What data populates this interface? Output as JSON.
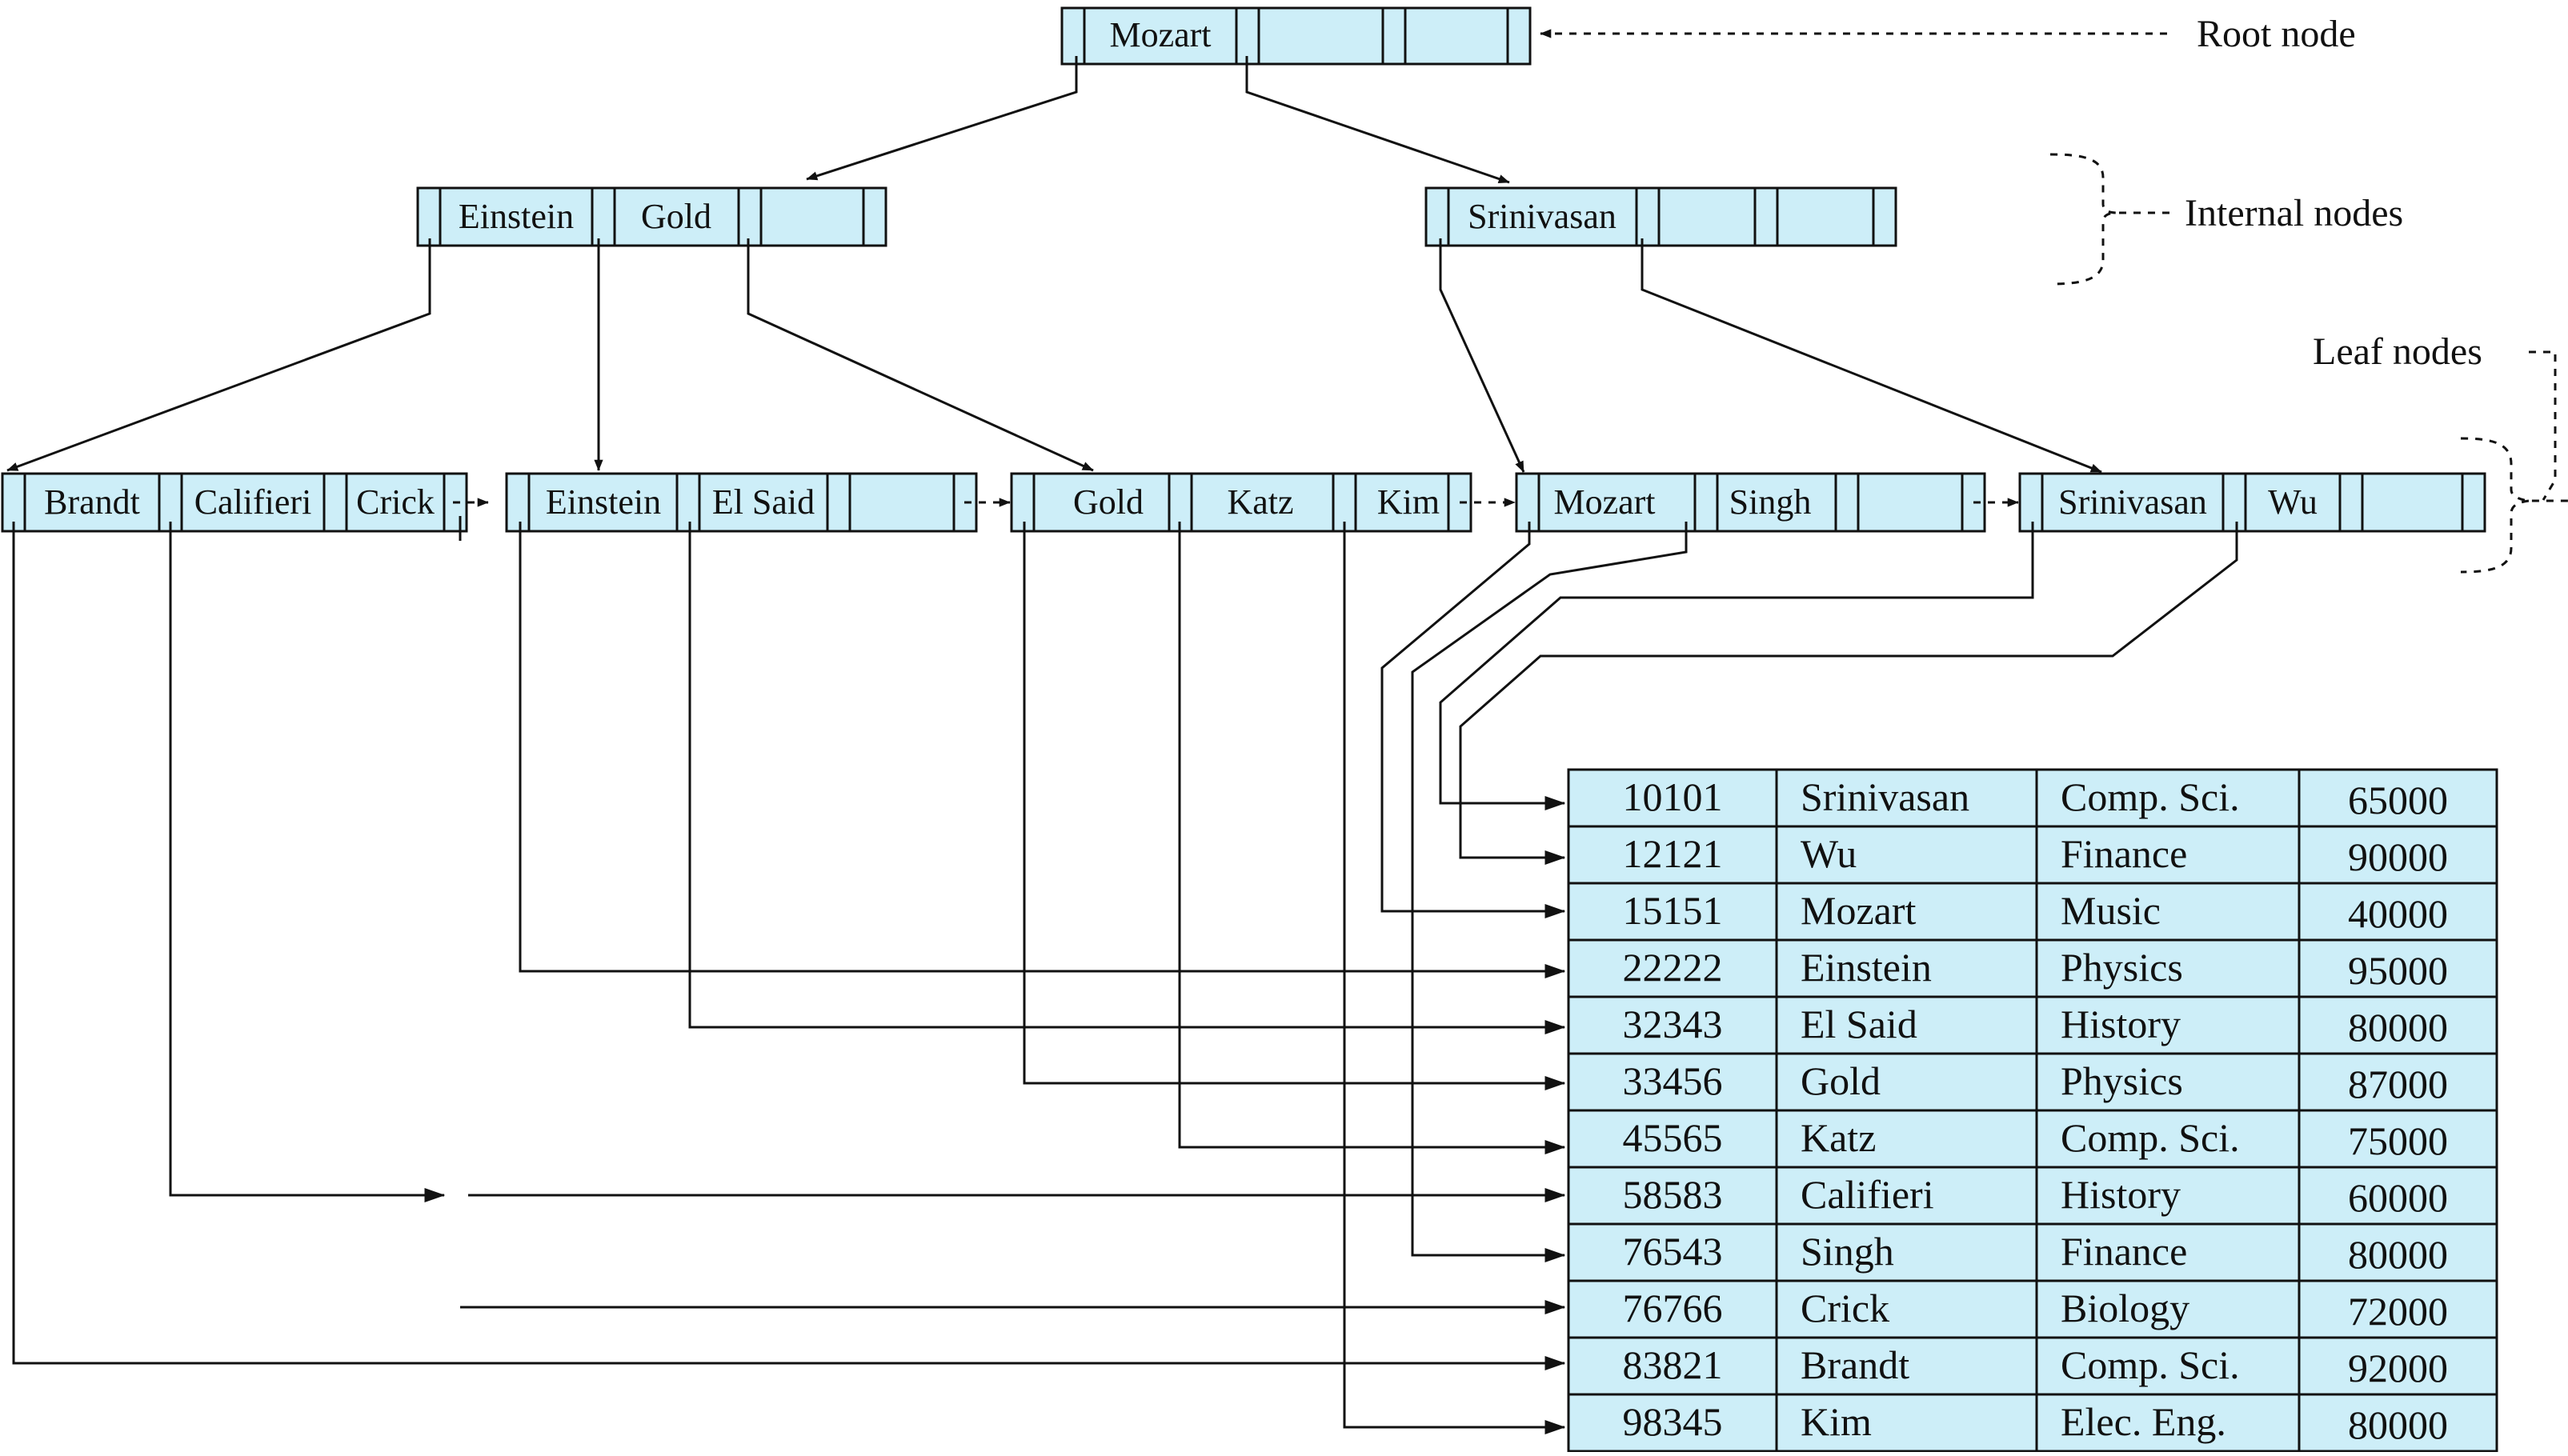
{
  "labels": {
    "root": "Root node",
    "internal": "Internal nodes",
    "leaf": "Leaf nodes"
  },
  "nodes": {
    "root": [
      "Mozart",
      "",
      ""
    ],
    "internal_left": [
      "Einstein",
      "Gold",
      ""
    ],
    "internal_right": [
      "Srinivasan",
      "",
      ""
    ],
    "leaf1": [
      "Brandt",
      "Califieri",
      "Crick"
    ],
    "leaf2": [
      "Einstein",
      "El Said",
      ""
    ],
    "leaf3": [
      "Gold",
      "Katz",
      "Kim"
    ],
    "leaf4": [
      "Mozart",
      "Singh",
      ""
    ],
    "leaf5": [
      "Srinivasan",
      "Wu",
      ""
    ]
  },
  "table": {
    "rows": [
      [
        "10101",
        "Srinivasan",
        "Comp. Sci.",
        "65000"
      ],
      [
        "12121",
        "Wu",
        "Finance",
        "90000"
      ],
      [
        "15151",
        "Mozart",
        "Music",
        "40000"
      ],
      [
        "22222",
        "Einstein",
        "Physics",
        "95000"
      ],
      [
        "32343",
        "El Said",
        "History",
        "80000"
      ],
      [
        "33456",
        "Gold",
        "Physics",
        "87000"
      ],
      [
        "45565",
        "Katz",
        "Comp. Sci.",
        "75000"
      ],
      [
        "58583",
        "Califieri",
        "History",
        "60000"
      ],
      [
        "76543",
        "Singh",
        "Finance",
        "80000"
      ],
      [
        "76766",
        "Crick",
        "Biology",
        "72000"
      ],
      [
        "83821",
        "Brandt",
        "Comp. Sci.",
        "92000"
      ],
      [
        "98345",
        "Kim",
        "Elec. Eng.",
        "80000"
      ]
    ]
  }
}
